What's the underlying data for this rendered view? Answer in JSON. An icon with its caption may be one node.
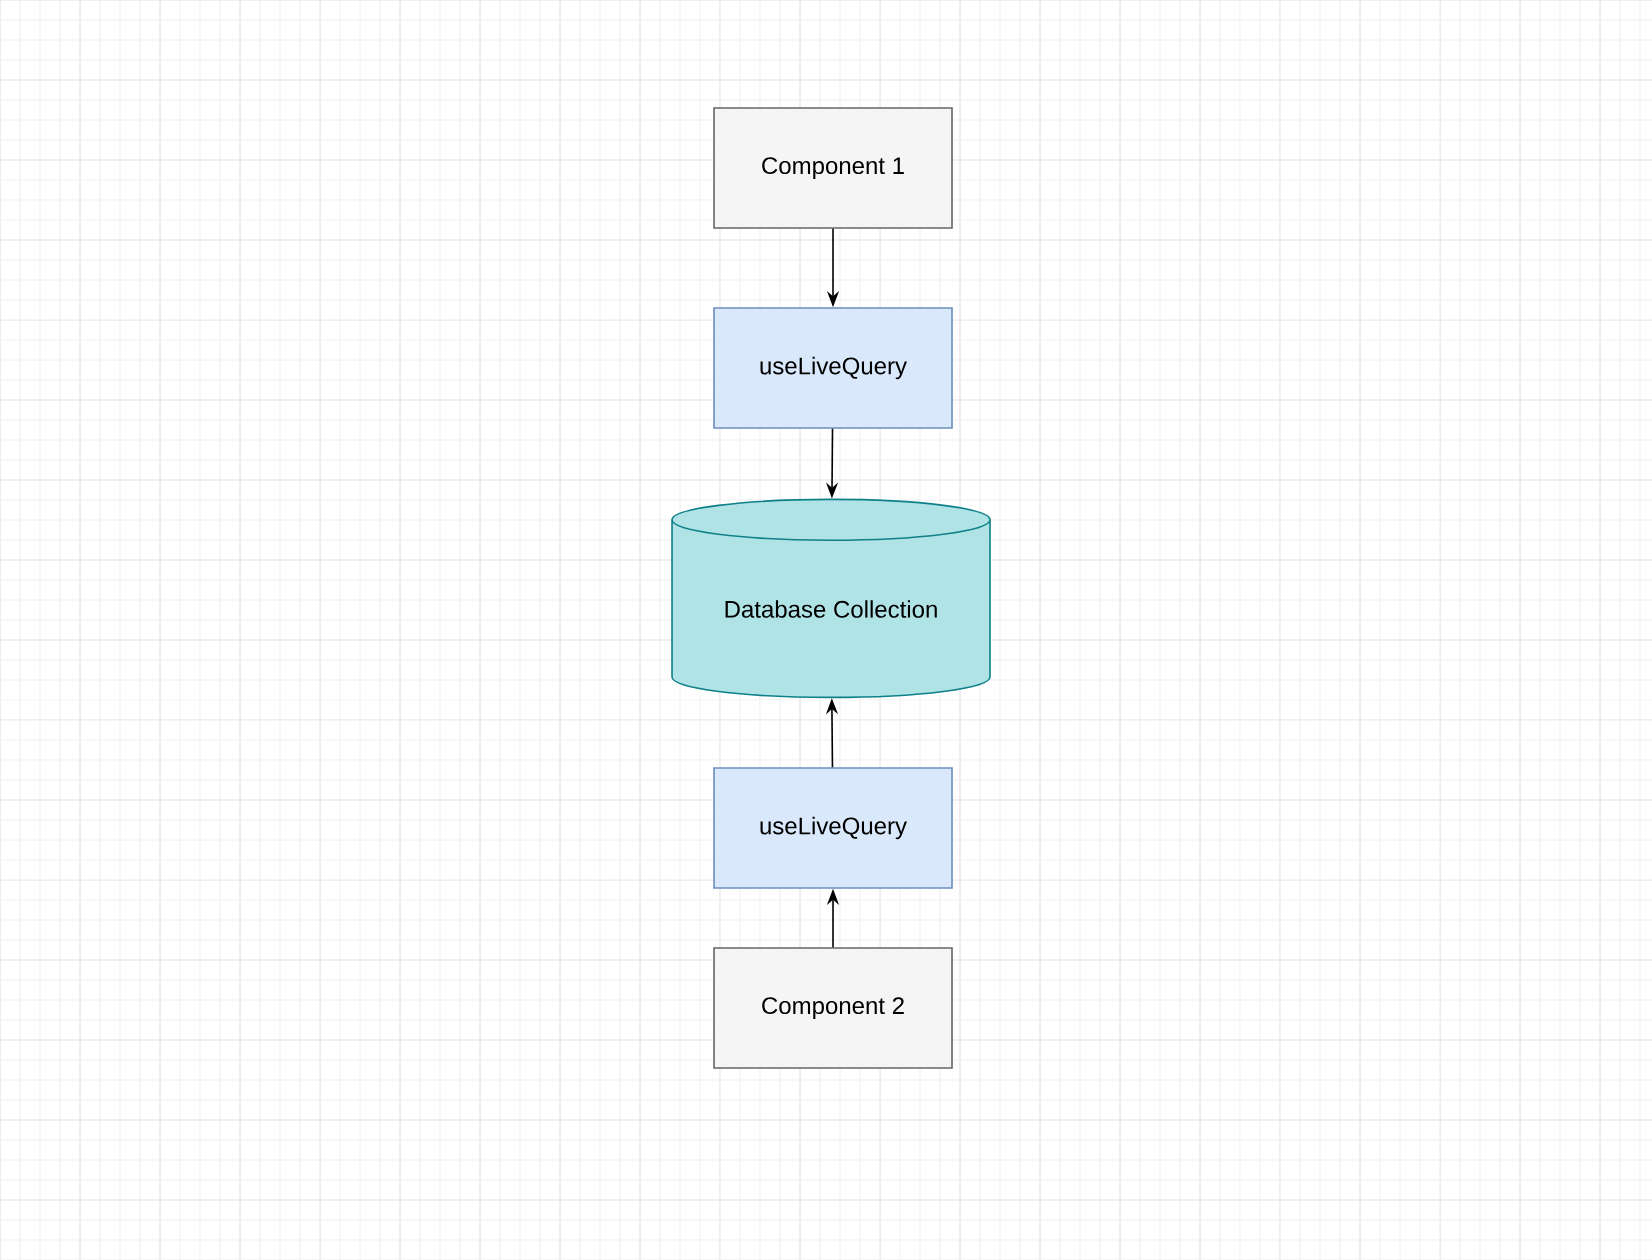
{
  "diagram": {
    "nodes": [
      {
        "text": [
          "Component 1"
        ]
      },
      {
        "text": [
          "useLiveQuery"
        ]
      },
      {
        "text": [
          "Database Collection"
        ]
      },
      {
        "text": [
          "useLiveQuery"
        ]
      },
      {
        "text": [
          "Component 2"
        ]
      }
    ],
    "edges": [
      {
        "from": 0,
        "to": 1,
        "arrow": "to"
      },
      {
        "from": 1,
        "to": 2,
        "arrow": "to"
      },
      {
        "from": 3,
        "to": 2,
        "arrow": "to"
      },
      {
        "from": 4,
        "to": 3,
        "arrow": "to"
      }
    ]
  }
}
